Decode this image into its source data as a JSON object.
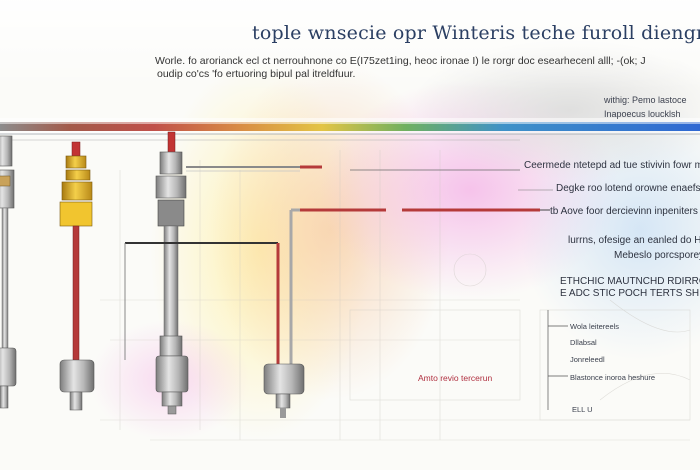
{
  "title": "tople wnsecie opr Winteris teche furoll diengranes",
  "intro": {
    "line1": "Worle. fo arorianck ecl ct nerrouhnone co E(I75zet1ing, heoc ironae I) le rorgr doc esearhecenl alll; -(ok; J",
    "line2": "oudip co'cs 'fo ertuoring bipul pal itreldfuur."
  },
  "top_right_labels": [
    "withig: Pemo lastoce",
    "Inapoecus loucklsh"
  ],
  "right_notes": [
    "Ceermede ntetepd ad tue stivivin fowr ma",
    "Degke roo lotend orowne enaefsscs",
    "tb Aove foor dercievinn inpeniters",
    "lurrns, ofesige an eanled do He",
    "Mebeslo porcsporey",
    "ETHCHIC MAUTNCHD RDIRROHDI",
    "E ADC STIC POCH TERTS SH LI"
  ],
  "side_notes": [
    "Wola leitereels",
    "Dllabsal",
    "Jonreleedl",
    "Blastonce inoroa heshure",
    "ELL U"
  ],
  "flow_label": "Amto revio tercerun",
  "colors": {
    "title": "#2b3f63",
    "pipe_red": "#b53a3a",
    "valve_yellow": "#e6b62a",
    "rail_gradient": [
      "#8c8c8c",
      "#b94a3f",
      "#e0c040",
      "#5aa85a",
      "#3b82c4",
      "#3b6ed0"
    ]
  },
  "icons": [
    "pressure-valve-icon",
    "temperature-sensor-icon",
    "manifold-valve-icon",
    "gauge-cap-icon",
    "cartridge-heater-icon"
  ]
}
